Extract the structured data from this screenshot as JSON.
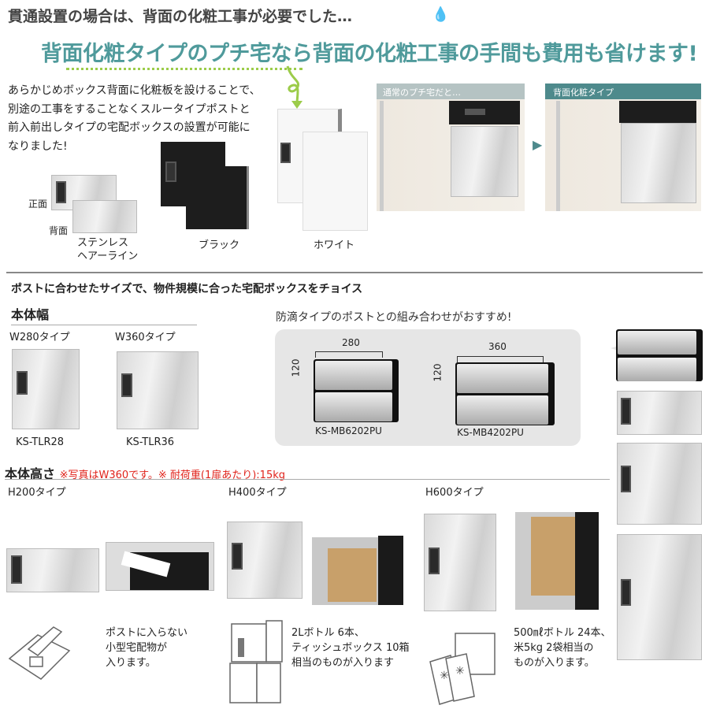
{
  "header": {
    "intro": "貫通設置の場合は、背面の化粧工事が必要でした…",
    "headline": "背面化粧タイプのプチ宅なら背面の化粧工事の手間も費用も省けます!",
    "colors": {
      "headline": "#4f9a9b",
      "underline": "#9ccc4a",
      "drop": "#3aa8c8"
    }
  },
  "description": "あらかじめボックス背面に化粧板を設けることで、別途の工事をすることなくスルータイプポストと前入前出しタイプの宅配ボックスの設置が可能になりました!",
  "description_lines": [
    "あらかじめボックス背面に化粧板を設けることで、",
    "別途の工事をすることなくスルータイプポストと",
    "前入前出しタイプの宅配ボックスの設置が可能に",
    "なりました!"
  ],
  "finishes": {
    "front_label": "正面",
    "back_label": "背面",
    "items": [
      {
        "label_1": "ステンレス",
        "label_2": "ヘアーライン"
      },
      {
        "label": "ブラック"
      },
      {
        "label": "ホワイト"
      }
    ]
  },
  "comparison": {
    "normal_label": "通常のプチ宅だと…",
    "back_type_label": "背面化粧タイプ",
    "colors": {
      "normal": "#b5c3c3",
      "back_type": "#4e8a8c"
    }
  },
  "section_title": "ポストに合わせたサイズで、物件規模に合った宅配ボックスをチョイス",
  "width": {
    "heading": "本体幅",
    "types": [
      {
        "type": "W280タイプ",
        "model": "KS-TLR28"
      },
      {
        "type": "W360タイプ",
        "model": "KS-TLR36"
      }
    ]
  },
  "recommend": {
    "title": "防滴タイプのポストとの組み合わせがおすすめ!",
    "posts": [
      {
        "width": "280",
        "height": "120",
        "model": "KS-MB6202PU"
      },
      {
        "width": "360",
        "height": "120",
        "model": "KS-MB4202PU"
      }
    ]
  },
  "height": {
    "heading": "本体高さ",
    "note": "※写真はW360です。※ 耐荷重(1扉あたり):15kg",
    "types": [
      {
        "type": "H200タイプ",
        "capacity": [
          "ポストに入らない",
          "小型宅配物が",
          "入ります。"
        ]
      },
      {
        "type": "H400タイプ",
        "capacity": [
          "2Lボトル  6本、",
          "ティッシュボックス 10箱",
          "相当のものが入ります"
        ]
      },
      {
        "type": "H600タイプ",
        "capacity": [
          "500㎖ボトル 24本、",
          "米5kg 2袋相当の",
          "ものが入ります。"
        ]
      }
    ]
  }
}
